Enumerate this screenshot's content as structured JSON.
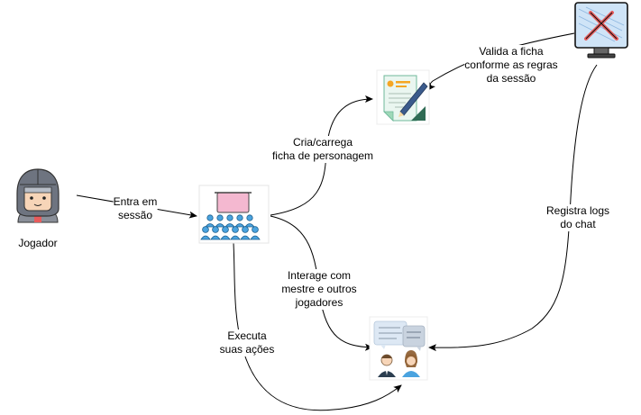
{
  "nodes": {
    "player": {
      "label": "Jogador",
      "icon": "knight-avatar-icon"
    },
    "session": {
      "icon": "audience-session-icon"
    },
    "sheet": {
      "icon": "character-sheet-icon"
    },
    "bot": {
      "icon": "crossed-swords-monitor-icon"
    },
    "chat": {
      "icon": "chat-users-icon"
    }
  },
  "edges": {
    "enter": {
      "line1": "Entra em",
      "line2": "sessão"
    },
    "sheet": {
      "line1": "Cria/carrega",
      "line2": "ficha de personagem"
    },
    "validate": {
      "line1": "Valida a ficha",
      "line2": "conforme as regras",
      "line3": "da sessão"
    },
    "interact": {
      "line1": "Interage com",
      "line2": "mestre e outros",
      "line3": "jogadores"
    },
    "execute": {
      "line1": "Executa",
      "line2": "suas ações"
    },
    "logs": {
      "line1": "Registra logs",
      "line2": "do chat"
    }
  },
  "colors": {
    "edge": "#000000",
    "accent_red": "#e85b5b",
    "accent_blue": "#4aa3df",
    "accent_pink": "#f4b8d0",
    "accent_green": "#9fd8b8"
  }
}
